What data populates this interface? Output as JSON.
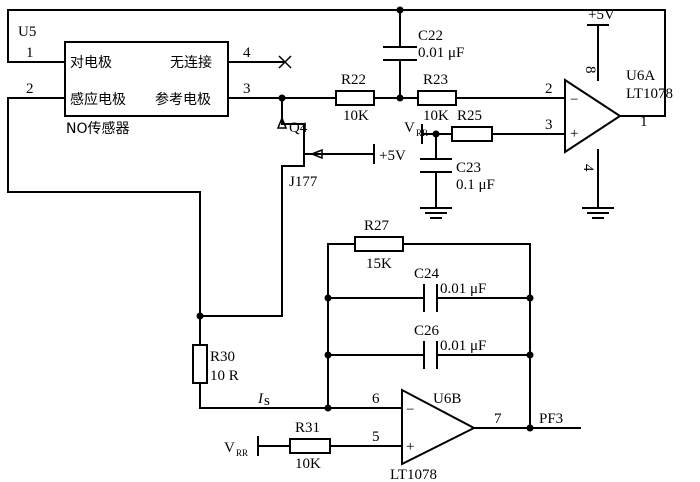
{
  "sensor": {
    "ref": "U5",
    "name": "NO传感器",
    "pin1_label": "对电极",
    "pin2_label": "感应电极",
    "pin3_label": "参考电极",
    "pin4_label": "无连接",
    "pin1": "1",
    "pin2": "2",
    "pin3": "3",
    "pin4": "4"
  },
  "u6a": {
    "ref": "U6A",
    "part": "LT1078",
    "pin_inv": "2",
    "pin_noninv": "3",
    "pin_out": "1",
    "pin_vplus": "8",
    "pin_vminus": "4",
    "minus_sign": "−",
    "plus_sign": "+"
  },
  "u6b": {
    "ref": "U6B",
    "part": "LT1078",
    "pin_inv": "6",
    "pin_noninv": "5",
    "pin_out": "7",
    "minus_sign": "−",
    "plus_sign": "+"
  },
  "supply": {
    "vplus": "+5V",
    "q4_supply": "+5V",
    "vrr_main": "V",
    "vrr_sub": "RR"
  },
  "components": {
    "c22": {
      "ref": "C22",
      "value": "0.01 μF"
    },
    "r22": {
      "ref": "R22",
      "value": "10K"
    },
    "r23": {
      "ref": "R23",
      "value": "10K"
    },
    "r25": {
      "ref": "R25"
    },
    "c23": {
      "ref": "C23",
      "value": "0.1 μF"
    },
    "q4": {
      "ref": "Q4",
      "part": "J177"
    },
    "r27": {
      "ref": "R27",
      "value": "15K"
    },
    "c24": {
      "ref": "C24",
      "value": "0.01 μF"
    },
    "c26": {
      "ref": "C26",
      "value": "0.01 μF"
    },
    "r30": {
      "ref": "R30",
      "value": "10 R"
    },
    "r31": {
      "ref": "R31",
      "value": "10K"
    }
  },
  "signals": {
    "is_main": "I",
    "is_sub": "s",
    "output": "PF3"
  }
}
